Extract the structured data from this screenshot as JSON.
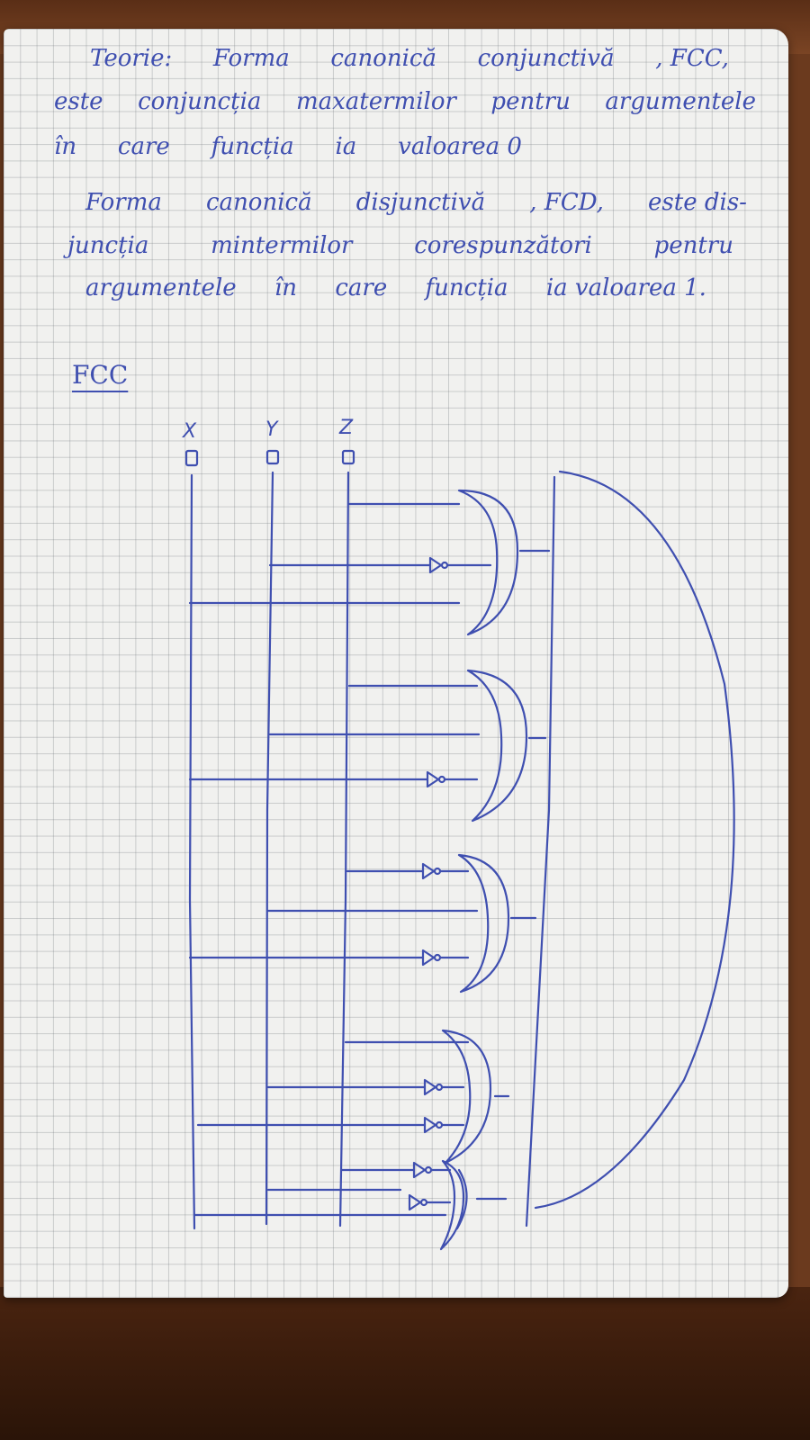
{
  "notes": {
    "paragraph1": {
      "lines": [
        [
          "Teorie:",
          "Forma",
          "canonică",
          "conjunctivă",
          ", FCC,"
        ],
        [
          "este",
          "conjuncția",
          "maxatermilor",
          "pentru",
          "argumentele"
        ],
        [
          "în",
          "care",
          "funcția",
          "ia",
          "valoarea 0"
        ]
      ]
    },
    "paragraph2": {
      "lines": [
        [
          "Forma",
          "canonică",
          "disjunctivă",
          ", FCD,",
          "este dis-"
        ],
        [
          "juncția",
          "mintermilor",
          "corespunzători",
          "pentru"
        ],
        [
          "argumentele",
          "în",
          "care",
          "funcția",
          "ia valoarea 1."
        ]
      ]
    },
    "section_title": "FCC"
  },
  "circuit": {
    "input_labels": [
      "X",
      "Y",
      "Z"
    ],
    "ink_color": "#3f4fb0"
  }
}
